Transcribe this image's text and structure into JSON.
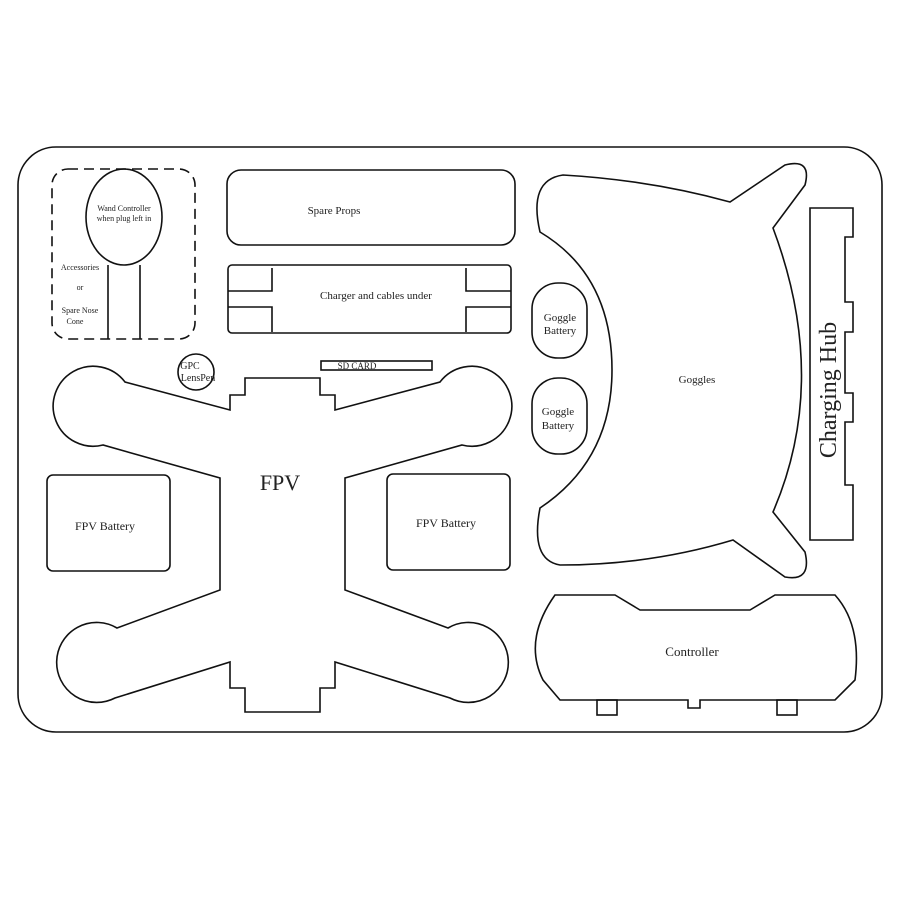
{
  "labels": {
    "wand": [
      "Wand Controller",
      "when plug left in"
    ],
    "accessories": [
      "Accessories",
      "or",
      "Spare Nose",
      "Cone"
    ],
    "spare_props": "Spare Props",
    "charger": "Charger and cables under",
    "gpc": [
      "GPC",
      "LensPen"
    ],
    "sd_card": "SD CARD",
    "fpv": "FPV",
    "fpv_battery_left": "FPV Battery",
    "fpv_battery_right": "FPV Battery",
    "goggle_battery_1": [
      "Goggle",
      "Battery"
    ],
    "goggle_battery_2": [
      "Goggle",
      "Battery"
    ],
    "goggles": "Goggles",
    "charging_hub": "Charging Hub",
    "controller": "Controller"
  },
  "colors": {
    "stroke": "#111111",
    "background": "#ffffff"
  }
}
